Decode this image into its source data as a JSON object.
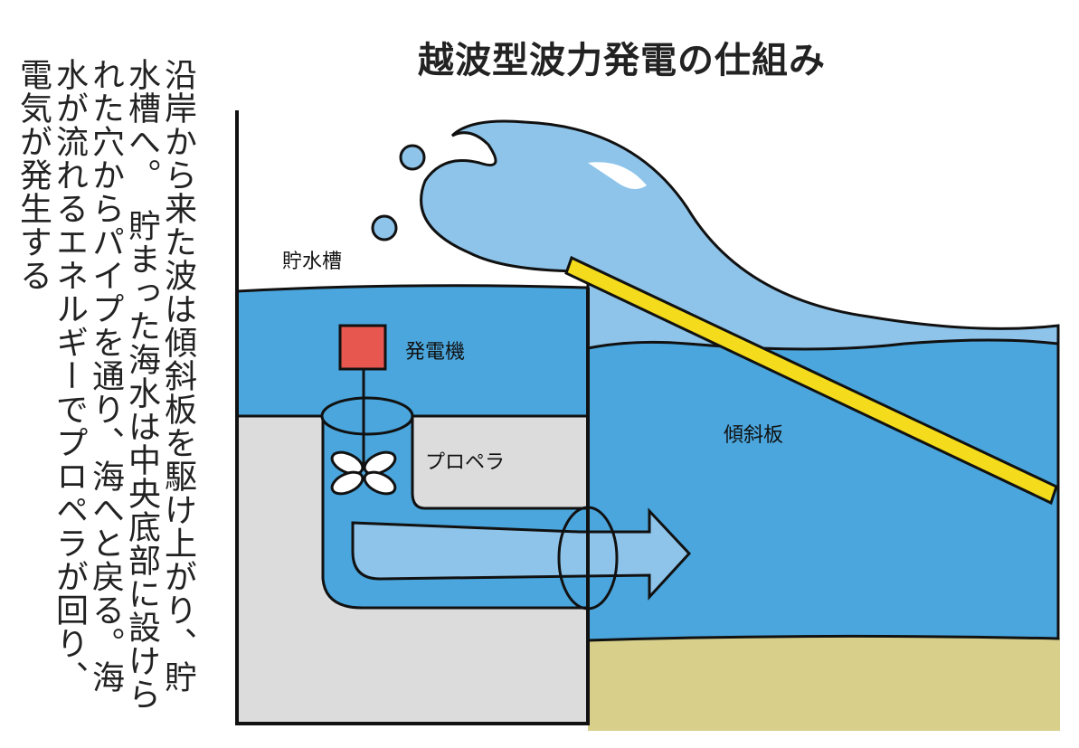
{
  "title": "越波型波力発電の仕組み",
  "description_columns": [
    "沿岸から来た波は傾斜板を駆け上がり、貯",
    "水槽へ。　貯まった海水は中央底部に設けら",
    "れた穴からパイプを通り、海へと戻る。海",
    "水が流れるエネルギーでプロペラが回り、",
    "電気が発生する"
  ],
  "labels": {
    "reservoir": "貯水槽",
    "generator": "発電機",
    "propeller": "プロペラ",
    "slope_plate": "傾斜板"
  },
  "colors": {
    "water": "#4aa6dd",
    "wave": "#8ec4ea",
    "plate": "#f4dc1c",
    "generator": "#e8574f",
    "sand": "#d8d08a",
    "tank_gray": "#dcdcdc"
  }
}
